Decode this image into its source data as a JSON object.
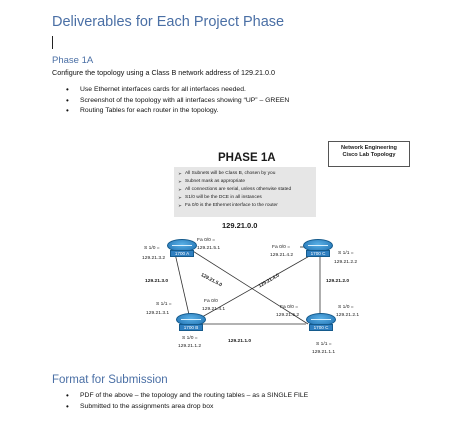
{
  "document": {
    "title": "Deliverables for Each Project Phase"
  },
  "phase_1a": {
    "heading": "Phase 1A",
    "intro": "Configure the topology using a Class B network address of 129.21.0.0",
    "bullets": [
      "Use Ethernet interfaces cards for all interfaces needed.",
      "Screenshot of the topology with all interfaces showing “UP” – GREEN",
      "Routing Tables for each router in the topology."
    ]
  },
  "topology": {
    "header_box": [
      "Network Engineering",
      "Cisco Lab Topology"
    ],
    "title": "PHASE 1A",
    "notes": [
      "All Subnets will be Class B, chosen by you",
      "Subnet mask as appropriate",
      "All connections are serial, unless otherwise stated",
      "S1/0 will be the DCE in all instances",
      "Fa 0/0 is the Ethernet interface to the router"
    ],
    "network": "129.21.0.0",
    "routers": {
      "a": "1700 A",
      "b": "1700 B",
      "c": "1700 C"
    },
    "labels": {
      "a_s10_name": "S 1/0 =",
      "a_s10_ip": "129.21.3.2",
      "a_fa_name": "Fa 0/0 =",
      "a_fa_ip": "129.21.5.1",
      "c_fa_name": "Fa 0/0 =",
      "c_fa_ip": "129.21.4.2",
      "c_s11_name": "S 1/1 =",
      "c_s11_ip": "129.21.2.2",
      "net_3": "129.21.3.0",
      "net_5": "129.21.5.0",
      "net_4": "129.21.4.0",
      "net_2": "129.21.2.0",
      "b_fa_up_name": "Fa 0/0",
      "b_fa_up_ip": "129.21.4.1",
      "b_s11_name": "S 1/1 =",
      "b_s11_ip": "129.21.3.1",
      "b_fa_right_name": "Fa 0/0 =",
      "b_fa_right_ip": "129.21.5.2",
      "c_s10_name": "S 1/0 =",
      "c_s10_ip": "129.21.2.1",
      "b_s10_name": "S 1/0 =",
      "b_s10_ip": "129.21.1.2",
      "net_1": "129.21.1.0",
      "c_s11b_name": "S 1/1 =",
      "c_s11b_ip": "129.21.1.1"
    }
  },
  "format": {
    "heading": "Format for Submission",
    "bullets": [
      "PDF of the above – the topology and the routing tables – as a SINGLE FILE",
      "Submitted to the assignments area drop box"
    ]
  }
}
